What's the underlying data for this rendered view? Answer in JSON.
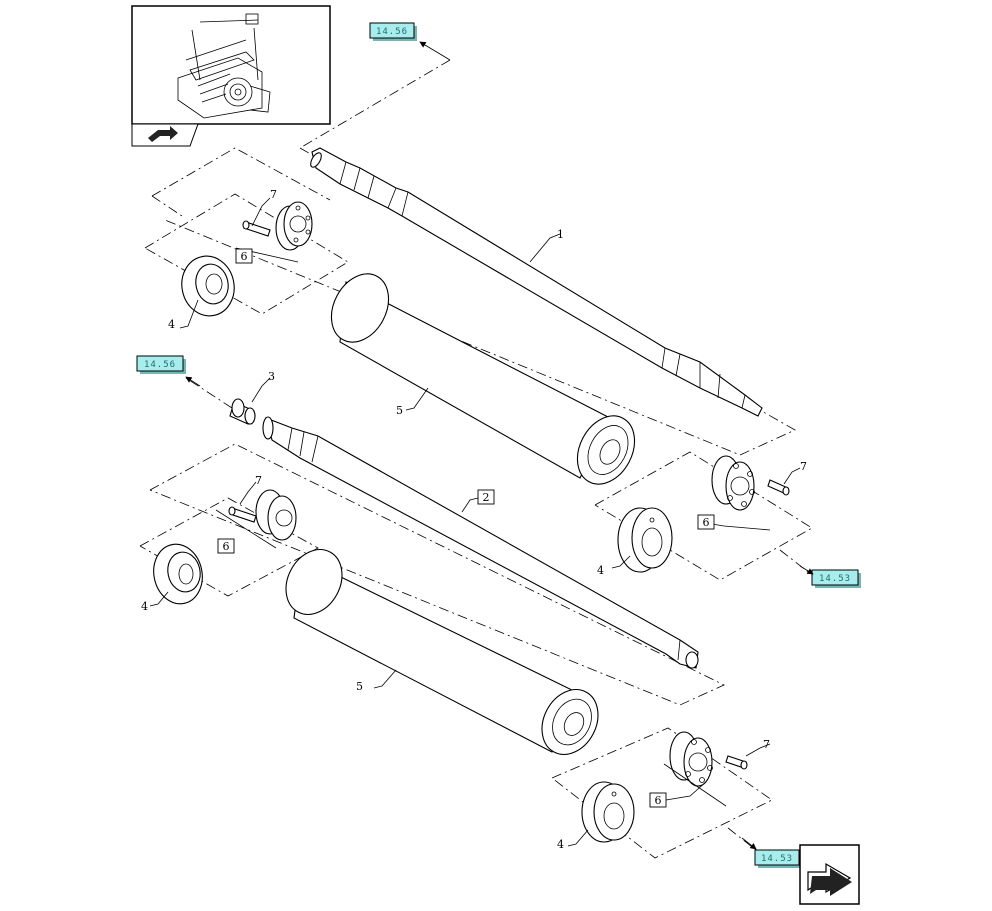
{
  "parts": {
    "shaft_top": "1",
    "shaft_bottom": "2",
    "bushing": "3",
    "flange_ring": "4",
    "roller_sleeve": "5",
    "locking_assembly": "6",
    "screw": "7"
  },
  "refs": {
    "ref_top": "14.56",
    "ref_left": "14.56",
    "ref_right_mid": "14.53",
    "ref_bottom_right": "14.53"
  },
  "icons": {
    "overview_thumbnail": "machine-overview-icon",
    "back_nav": "previous-page-arrow-icon",
    "next_nav": "next-page-arrow-icon"
  }
}
